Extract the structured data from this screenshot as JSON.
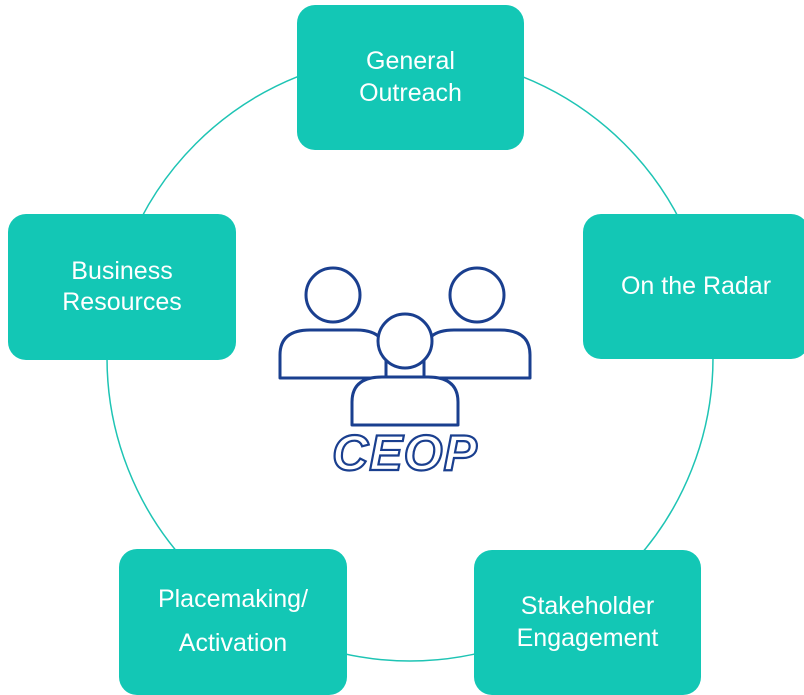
{
  "diagram": {
    "center_label": "CEOP",
    "center_icon": "people-group-icon",
    "nodes": [
      {
        "id": "general",
        "lines": [
          "General",
          "Outreach"
        ]
      },
      {
        "id": "radar",
        "lines": [
          "On the Radar"
        ]
      },
      {
        "id": "stakeholder",
        "lines": [
          "Stakeholder",
          "Engagement"
        ]
      },
      {
        "id": "placemaking",
        "lines": [
          "Placemaking/",
          "Activation"
        ]
      },
      {
        "id": "business",
        "lines": [
          "Business",
          "Resources"
        ]
      }
    ]
  },
  "colors": {
    "node_fill": "#13c7b5",
    "ring": "#1ec4b4",
    "icon_outline": "#1a3f8f",
    "node_text": "#ffffff"
  }
}
